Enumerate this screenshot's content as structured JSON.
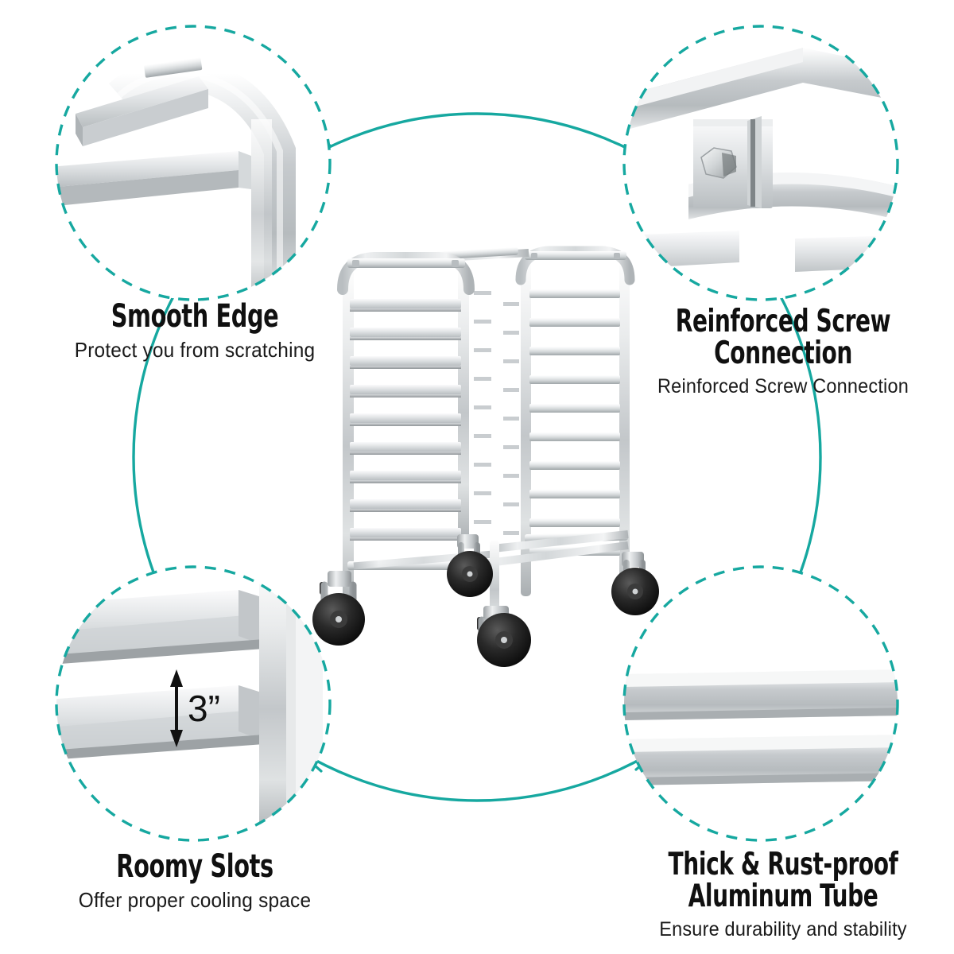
{
  "theme": {
    "accent_teal": "#16A8A0",
    "metal_light": "#f2f3f3",
    "metal_mid": "#c9ccce",
    "metal_dark": "#9aa0a3",
    "text_dark": "#101010",
    "background": "#ffffff"
  },
  "features": {
    "smooth_edge": {
      "title": "Smooth Edge",
      "subtitle": "Protect you from scratching",
      "callout_icon": "smooth-edge-closeup"
    },
    "screw_connection": {
      "title": "Reinforced Screw\nConnection",
      "subtitle": "Reinforced Screw Connection",
      "callout_icon": "hex-bolt-bracket-closeup"
    },
    "roomy_slots": {
      "title": "Roomy Slots",
      "subtitle": "Offer proper cooling space",
      "callout_icon": "slot-spacing-closeup",
      "dimension_label": "3”"
    },
    "aluminum_tube": {
      "title": "Thick & Rust-proof\nAluminum Tube",
      "subtitle": "Ensure durability and stability",
      "callout_icon": "aluminum-tube-closeup"
    }
  },
  "product": {
    "name": "aluminum-bun-pan-rack",
    "shelf_count": 10,
    "caster_count": 4,
    "caster_color": "#1c1c1c"
  }
}
